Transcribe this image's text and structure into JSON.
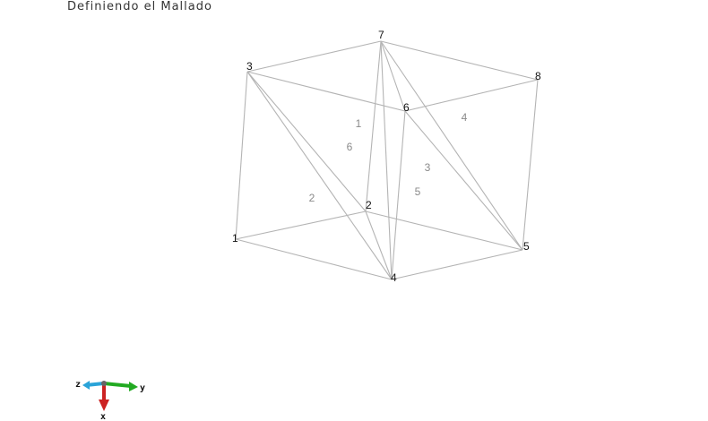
{
  "caption": "Definiendo el Mallado",
  "nodes": [
    {
      "id": "1",
      "label": "1"
    },
    {
      "id": "2",
      "label": "2"
    },
    {
      "id": "3",
      "label": "3"
    },
    {
      "id": "4",
      "label": "4"
    },
    {
      "id": "5",
      "label": "5"
    },
    {
      "id": "6",
      "label": "6"
    },
    {
      "id": "7",
      "label": "7"
    },
    {
      "id": "8",
      "label": "8"
    }
  ],
  "edges": [
    [
      "1",
      "3"
    ],
    [
      "1",
      "2"
    ],
    [
      "1",
      "4"
    ],
    [
      "2",
      "4"
    ],
    [
      "2",
      "5"
    ],
    [
      "4",
      "5"
    ],
    [
      "3",
      "7"
    ],
    [
      "3",
      "6"
    ],
    [
      "6",
      "7"
    ],
    [
      "7",
      "8"
    ],
    [
      "6",
      "8"
    ],
    [
      "5",
      "8"
    ],
    [
      "3",
      "4"
    ],
    [
      "3",
      "2"
    ],
    [
      "7",
      "4"
    ],
    [
      "7",
      "2"
    ],
    [
      "7",
      "5"
    ],
    [
      "6",
      "4"
    ],
    [
      "6",
      "5"
    ]
  ],
  "elements": [
    {
      "label": "1"
    },
    {
      "label": "2"
    },
    {
      "label": "3"
    },
    {
      "label": "4"
    },
    {
      "label": "5"
    },
    {
      "label": "6"
    }
  ],
  "triad": {
    "axes": [
      {
        "label": "x",
        "color": "#cc2222"
      },
      {
        "label": "y",
        "color": "#22aa22"
      },
      {
        "label": "z",
        "color": "#2aa3d8"
      }
    ]
  },
  "colors": {
    "edge": "#b4b4b4",
    "background": "#ffffff"
  }
}
